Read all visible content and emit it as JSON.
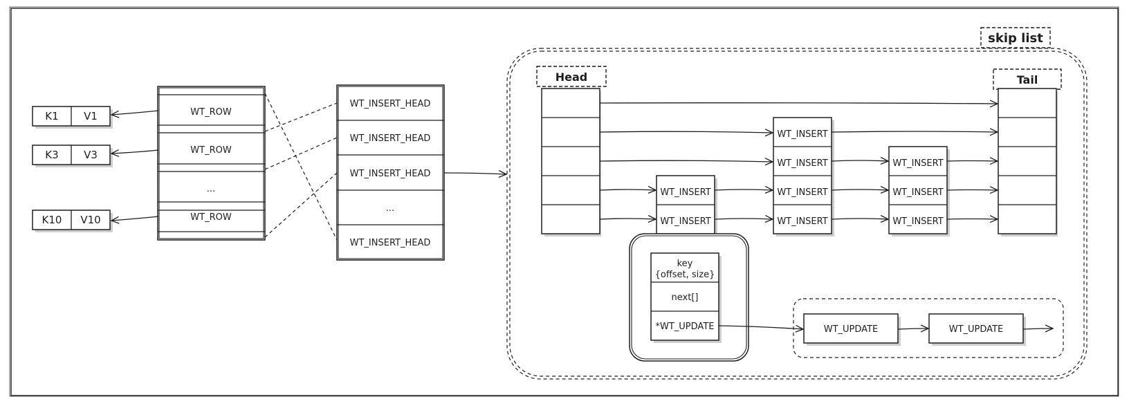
{
  "kv_pairs": [
    {
      "key": "K1",
      "value": "V1"
    },
    {
      "key": "K3",
      "value": "V3"
    },
    {
      "key": "K10",
      "value": "V10"
    }
  ],
  "row_array": [
    "WT_ROW",
    "WT_ROW",
    "...",
    "WT_ROW"
  ],
  "insert_head_array": [
    "WT_INSERT_HEAD",
    "WT_INSERT_HEAD",
    "WT_INSERT_HEAD",
    "...",
    "WT_INSERT_HEAD"
  ],
  "skip_list": {
    "title": "skip list",
    "head_label": "Head",
    "tail_label": "Tail",
    "insert_label": "WT_INSERT"
  },
  "insert_detail": {
    "key_line1": "key",
    "key_line2": "{offset, size}",
    "next": "next[]",
    "update_ptr": "*WT_UPDATE"
  },
  "update_chain": [
    "WT_UPDATE",
    "WT_UPDATE"
  ],
  "colors": {
    "stroke": "#1e1e1e",
    "background": "#ffffff"
  }
}
